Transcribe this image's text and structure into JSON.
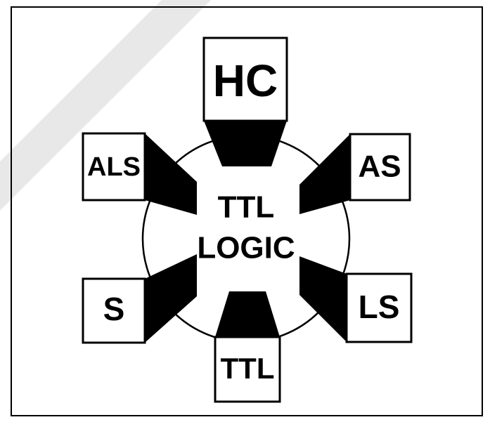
{
  "center": {
    "line1": "TTL",
    "line2": "LOGIC"
  },
  "families": {
    "hc": "HC",
    "as": "AS",
    "ls": "LS",
    "ttl": "TTL",
    "s": "S",
    "als": "ALS"
  },
  "colors": {
    "background": "#ffffff",
    "ink": "#000000",
    "watermark": "#e6e6e6"
  }
}
